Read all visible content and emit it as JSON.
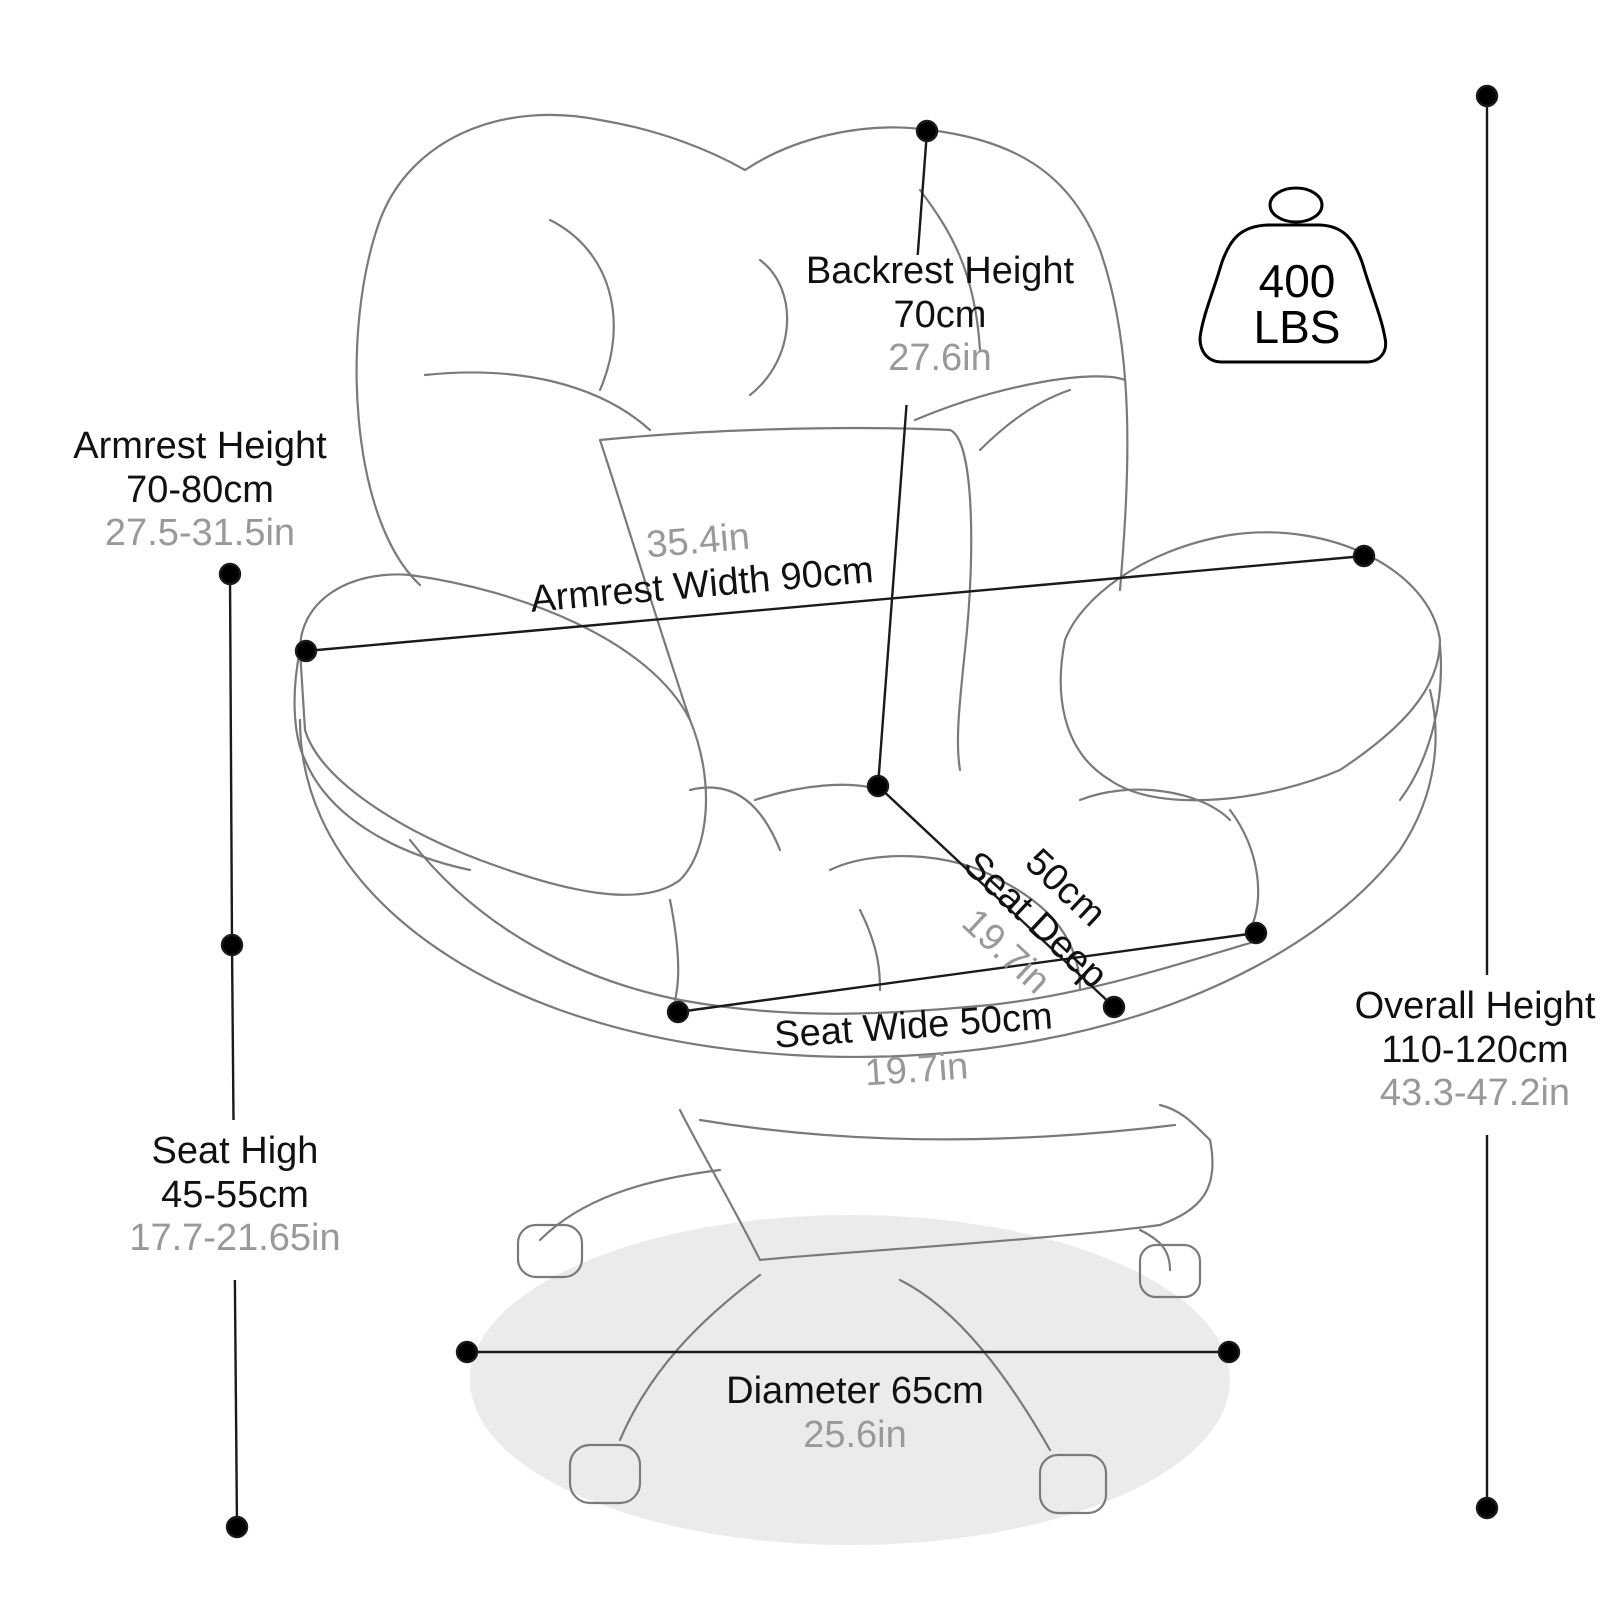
{
  "colors": {
    "line": "#7a7a7a",
    "measure": "#1a1a1a",
    "metric_text": "#111111",
    "imperial_text": "#999999",
    "floor_shadow": "#ebebeb"
  },
  "weight_badge": {
    "icon": "weight-icon",
    "line1": "400",
    "line2": "LBS"
  },
  "backrest": {
    "title": "Backrest Height",
    "metric": "70cm",
    "imperial": "27.6in"
  },
  "armrest_height": {
    "title": "Armrest Height",
    "metric": "70-80cm",
    "imperial": "27.5-31.5in"
  },
  "armrest_width": {
    "label": "Armrest Width 90cm",
    "imperial": "35.4in"
  },
  "seat_deep": {
    "metric": "50cm",
    "title": "Seat Deep",
    "imperial": "19.7in"
  },
  "seat_wide": {
    "label": "Seat Wide 50cm",
    "imperial": "19.7in"
  },
  "seat_high": {
    "title": "Seat High",
    "metric": "45-55cm",
    "imperial": "17.7-21.65in"
  },
  "overall_height": {
    "title": "Overall Height",
    "metric": "110-120cm",
    "imperial": "43.3-47.2in"
  },
  "diameter": {
    "label": "Diameter 65cm",
    "imperial": "25.6in"
  }
}
